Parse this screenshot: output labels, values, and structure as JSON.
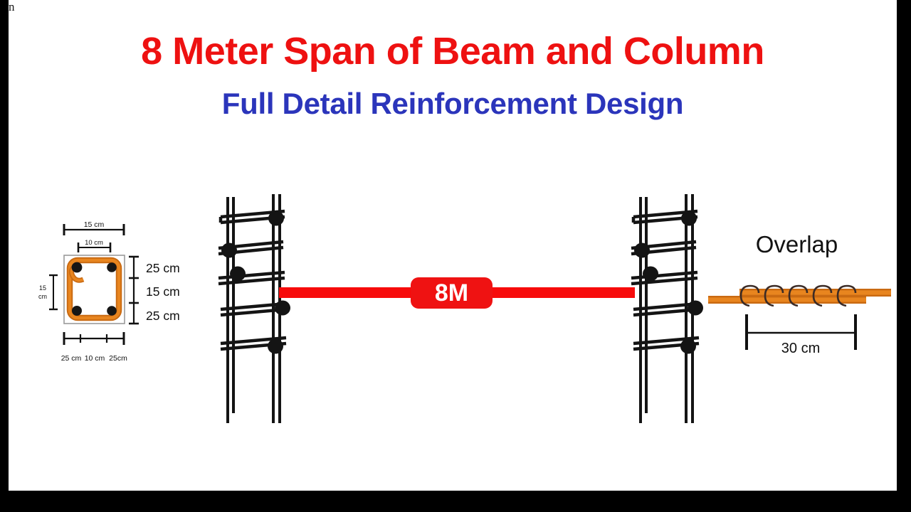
{
  "title": {
    "main": "8 Meter Span of Beam and Column",
    "sub": "Full Detail Reinforcement Design",
    "main_color": "#ee1111",
    "sub_color": "#2b35bb"
  },
  "colors": {
    "rebar_orange": "#e8851f",
    "rebar_orange_dark": "#c96a12",
    "beam_red": "#f70b0b",
    "badge_red": "#ef1212",
    "steel_black": "#141414",
    "section_border": "#8a8a8a"
  },
  "cross_section": {
    "name": "column-cross-section",
    "top_dim_outer": "15 cm",
    "top_dim_inner": "10 cm",
    "left_dim": "15 cm",
    "left_dim_line1": "15",
    "left_dim_line2": "cm",
    "right_dims": [
      "25 cm",
      "15 cm",
      "25 cm"
    ],
    "bottom_dims": [
      "25 cm",
      "10 cm",
      "25cm"
    ],
    "bottom_dims_joined": "25 cm  10 cm  25cm",
    "rebar_count": 4,
    "stirrup_shape": "rounded-rectangle"
  },
  "beam": {
    "badge_label": "8M",
    "line_color": "#f70b0b"
  },
  "columns": {
    "left_label": "left-column-cage",
    "right_label": "right-column-cage",
    "tie_rows": 5,
    "vertical_bars": 4
  },
  "overlap": {
    "title": "Overlap",
    "dimension": "30 cm",
    "binding_loops": 5,
    "bars": 2
  },
  "artifacts": {
    "stray_text": "n"
  }
}
